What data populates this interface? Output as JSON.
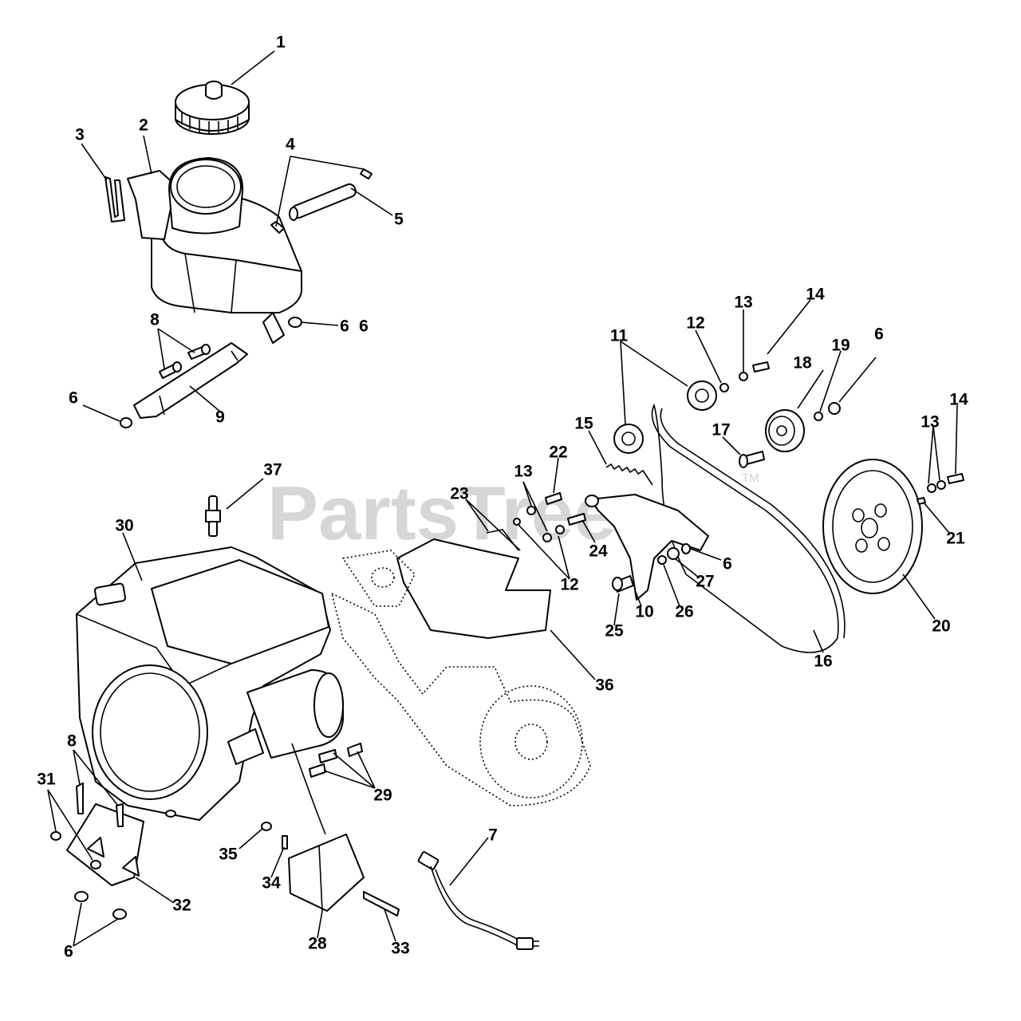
{
  "watermark": {
    "text": "PartsTree",
    "trademark": "TM"
  },
  "callouts": [
    {
      "id": "c1",
      "label": "1"
    },
    {
      "id": "c2",
      "label": "2"
    },
    {
      "id": "c3",
      "label": "3"
    },
    {
      "id": "c4",
      "label": "4"
    },
    {
      "id": "c5",
      "label": "5"
    },
    {
      "id": "c6a",
      "label": "6"
    },
    {
      "id": "c6b",
      "label": "6"
    },
    {
      "id": "c6c",
      "label": "6"
    },
    {
      "id": "c6d",
      "label": "6"
    },
    {
      "id": "c6e",
      "label": "6"
    },
    {
      "id": "c6f",
      "label": "6"
    },
    {
      "id": "c7",
      "label": "7"
    },
    {
      "id": "c8a",
      "label": "8"
    },
    {
      "id": "c8b",
      "label": "8"
    },
    {
      "id": "c9",
      "label": "9"
    },
    {
      "id": "c10",
      "label": "10"
    },
    {
      "id": "c11",
      "label": "11"
    },
    {
      "id": "c12a",
      "label": "12"
    },
    {
      "id": "c12b",
      "label": "12"
    },
    {
      "id": "c13a",
      "label": "13"
    },
    {
      "id": "c13b",
      "label": "13"
    },
    {
      "id": "c13c",
      "label": "13"
    },
    {
      "id": "c14a",
      "label": "14"
    },
    {
      "id": "c14b",
      "label": "14"
    },
    {
      "id": "c15",
      "label": "15"
    },
    {
      "id": "c16",
      "label": "16"
    },
    {
      "id": "c17",
      "label": "17"
    },
    {
      "id": "c18",
      "label": "18"
    },
    {
      "id": "c19",
      "label": "19"
    },
    {
      "id": "c20",
      "label": "20"
    },
    {
      "id": "c21",
      "label": "21"
    },
    {
      "id": "c22",
      "label": "22"
    },
    {
      "id": "c23",
      "label": "23"
    },
    {
      "id": "c24",
      "label": "24"
    },
    {
      "id": "c25",
      "label": "25"
    },
    {
      "id": "c26",
      "label": "26"
    },
    {
      "id": "c27",
      "label": "27"
    },
    {
      "id": "c28",
      "label": "28"
    },
    {
      "id": "c29",
      "label": "29"
    },
    {
      "id": "c30",
      "label": "30"
    },
    {
      "id": "c31",
      "label": "31"
    },
    {
      "id": "c32",
      "label": "32"
    },
    {
      "id": "c33",
      "label": "33"
    },
    {
      "id": "c34",
      "label": "34"
    },
    {
      "id": "c35",
      "label": "35"
    },
    {
      "id": "c36",
      "label": "36"
    },
    {
      "id": "c37",
      "label": "37"
    }
  ]
}
